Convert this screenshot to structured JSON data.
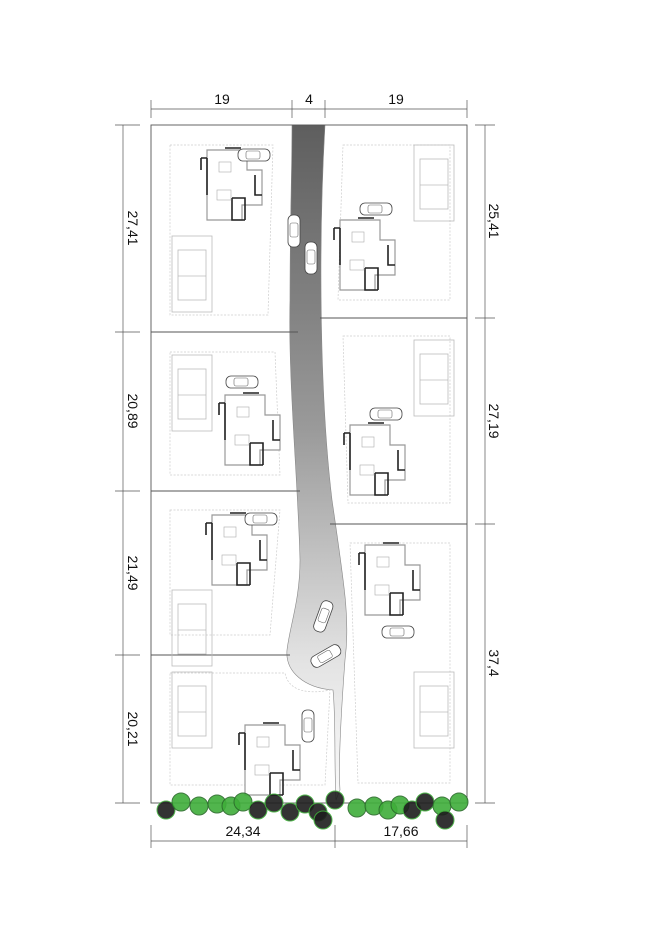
{
  "title": "Site plan - subdivision into 7 plots",
  "dimensions": {
    "top": [
      "19",
      "4",
      "19"
    ],
    "left": [
      "27,41",
      "20,89",
      "21,49",
      "20,21"
    ],
    "right": [
      "25,41",
      "27,19",
      "37,4"
    ],
    "bottom": [
      "24,34",
      "17,66"
    ]
  },
  "colors": {
    "tree_green": "#3fae3a",
    "tree_dark": "#1d1d1d",
    "road_dark": "#6a6a6a",
    "road_light": "#f2f2f2"
  }
}
